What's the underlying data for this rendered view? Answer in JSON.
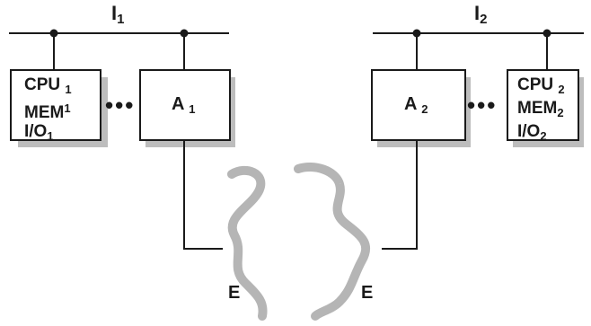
{
  "buses": [
    {
      "letter": "I",
      "index": "1"
    },
    {
      "letter": "I",
      "index": "2"
    }
  ],
  "left_node": {
    "cpu": "CPU",
    "cpu_index": "1",
    "mem": "MEM",
    "mem_index": "1",
    "io": "I/O",
    "io_index": "1"
  },
  "right_node": {
    "cpu": "CPU",
    "cpu_index": "2",
    "mem": "MEM",
    "mem_index": "2",
    "io": "I/O",
    "io_index": "2"
  },
  "adapters": [
    {
      "letter": "A",
      "index": "1"
    },
    {
      "letter": "A",
      "index": "2"
    }
  ],
  "ellipsis": "•••",
  "links": [
    {
      "label": "E"
    },
    {
      "label": "E"
    }
  ],
  "colors": {
    "line": "#1a1a1a",
    "shadow": "#bdbdbd",
    "wave": "#b5b5b5",
    "box_fill": "#ffffff"
  }
}
